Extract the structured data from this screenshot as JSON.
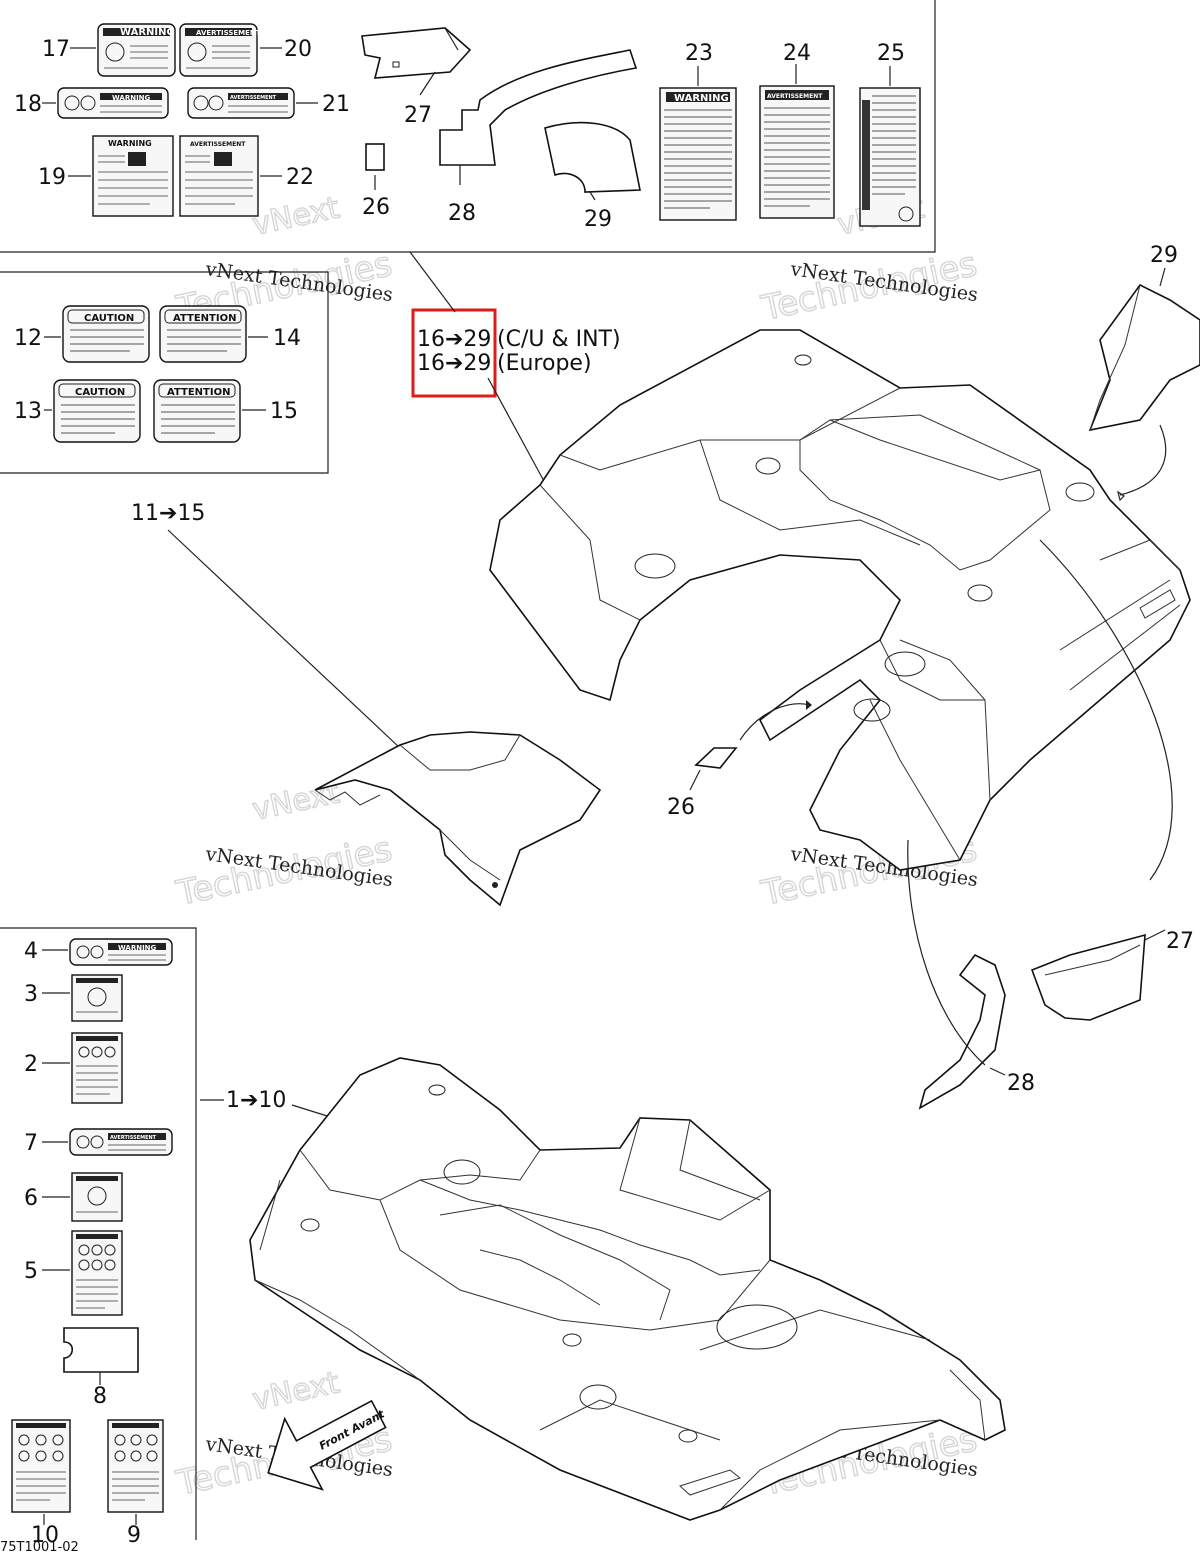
{
  "callouts": {
    "n17": "17",
    "n18": "18",
    "n19": "19",
    "n20": "20",
    "n21": "21",
    "n22": "22",
    "n23": "23",
    "n24": "24",
    "n25": "25",
    "n26a": "26",
    "n27a": "27",
    "n28a": "28",
    "n29a": "29",
    "n12": "12",
    "n13": "13",
    "n14": "14",
    "n15": "15",
    "range_11_15": "11➔15",
    "range_16_29_cu": "16➔29",
    "label_cu": "(C/U & INT)",
    "range_16_29_eu": "16➔29",
    "label_eu": "(Europe)",
    "n29b": "29",
    "n26b": "26",
    "n27b": "27",
    "n28b": "28",
    "n4": "4",
    "n3": "3",
    "n2": "2",
    "n7": "7",
    "n6": "6",
    "n5": "5",
    "n8": "8",
    "range_1_10": "1➔10",
    "n10": "10",
    "n9": "9"
  },
  "decals": {
    "warning": "WARNING",
    "avertissement": "AVERTISSEMENT",
    "caution": "CAUTION",
    "attention": "ATTENTION"
  },
  "watermark": {
    "company": "vNext Technologies",
    "big_word": "Technologies",
    "vnext": "vNext"
  },
  "front_arrow_label": "Front Avant",
  "footer_code": "75T1001-02",
  "colors": {
    "highlight": "#e01b1b",
    "ink": "#111111"
  }
}
